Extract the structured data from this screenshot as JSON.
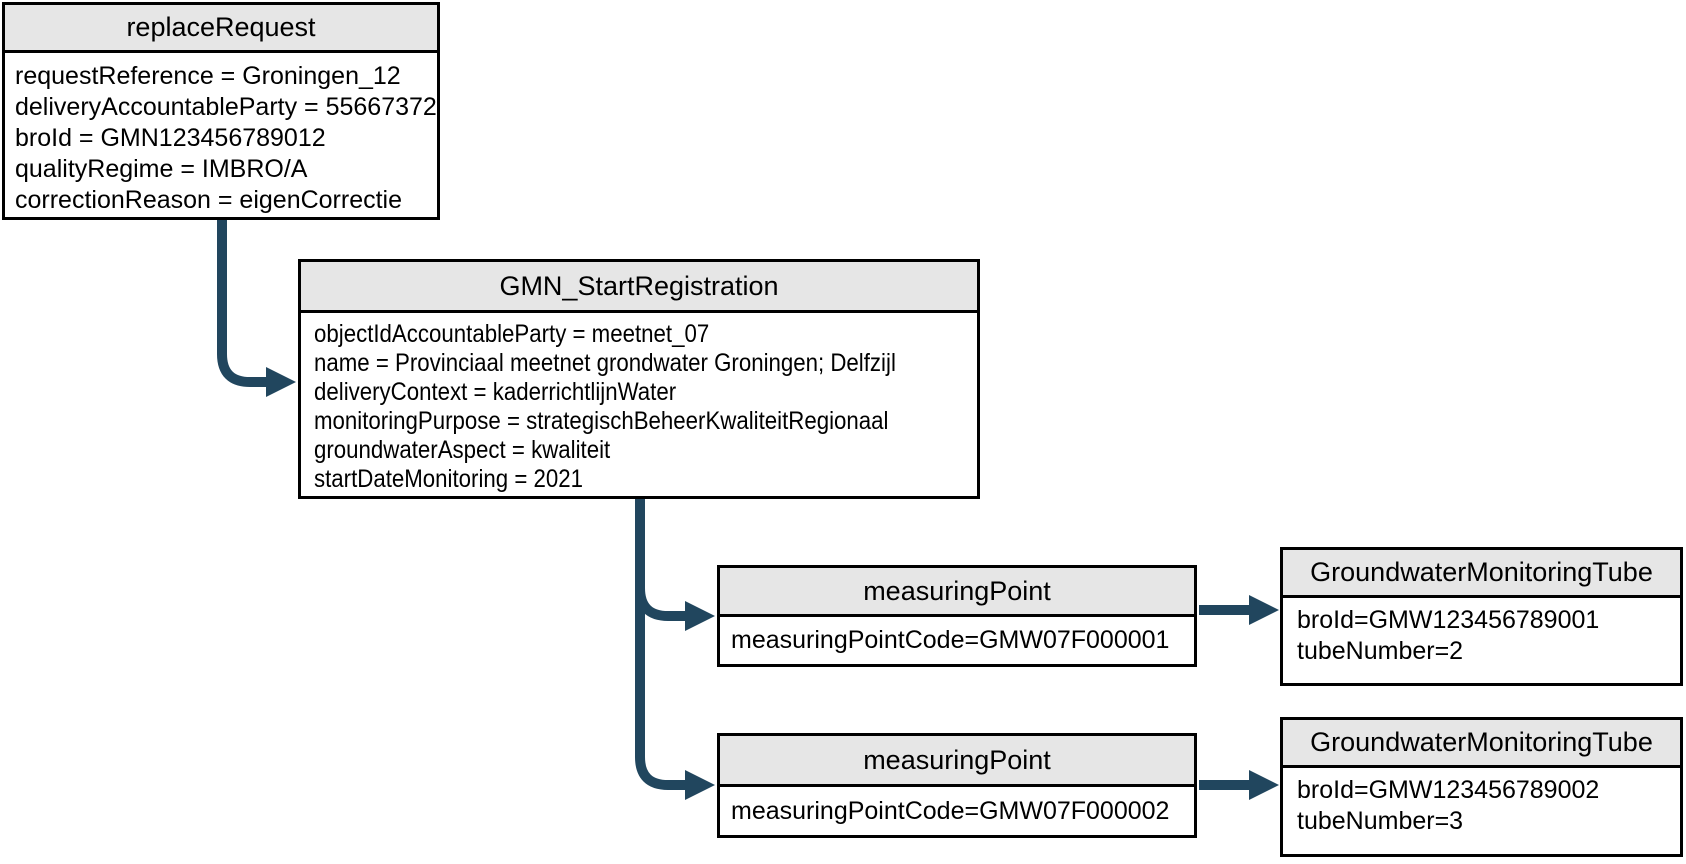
{
  "diagram": {
    "colors": {
      "background": "#ffffff",
      "node_header_fill": "#e6e6e6",
      "node_border": "#000000",
      "arrow": "#21465e"
    },
    "nodes": {
      "replace_request": {
        "title": "replaceRequest",
        "lines": [
          "requestReference = Groningen_12",
          "deliveryAccountableParty = 55667372",
          "broId = GMN123456789012",
          "qualityRegime = IMBRO/A",
          "correctionReason = eigenCorrectie"
        ]
      },
      "gmn_start_registration": {
        "title": "GMN_StartRegistration",
        "lines": [
          "objectIdAccountableParty = meetnet_07",
          "name = Provinciaal meetnet grondwater Groningen; Delfzijl",
          "deliveryContext = kaderrichtlijnWater",
          "monitoringPurpose = strategischBeheerKwaliteitRegionaal",
          "groundwaterAspect = kwaliteit",
          "startDateMonitoring = 2021"
        ]
      },
      "measuring_point_1": {
        "title": "measuringPoint",
        "lines": [
          "measuringPointCode=GMW07F000001"
        ]
      },
      "tube_1": {
        "title": "GroundwaterMonitoringTube",
        "lines": [
          "broId=GMW123456789001",
          "tubeNumber=2"
        ]
      },
      "measuring_point_2": {
        "title": "measuringPoint",
        "lines": [
          "measuringPointCode=GMW07F000002"
        ]
      },
      "tube_2": {
        "title": "GroundwaterMonitoringTube",
        "lines": [
          "broId=GMW123456789002",
          "tubeNumber=3"
        ]
      }
    }
  }
}
